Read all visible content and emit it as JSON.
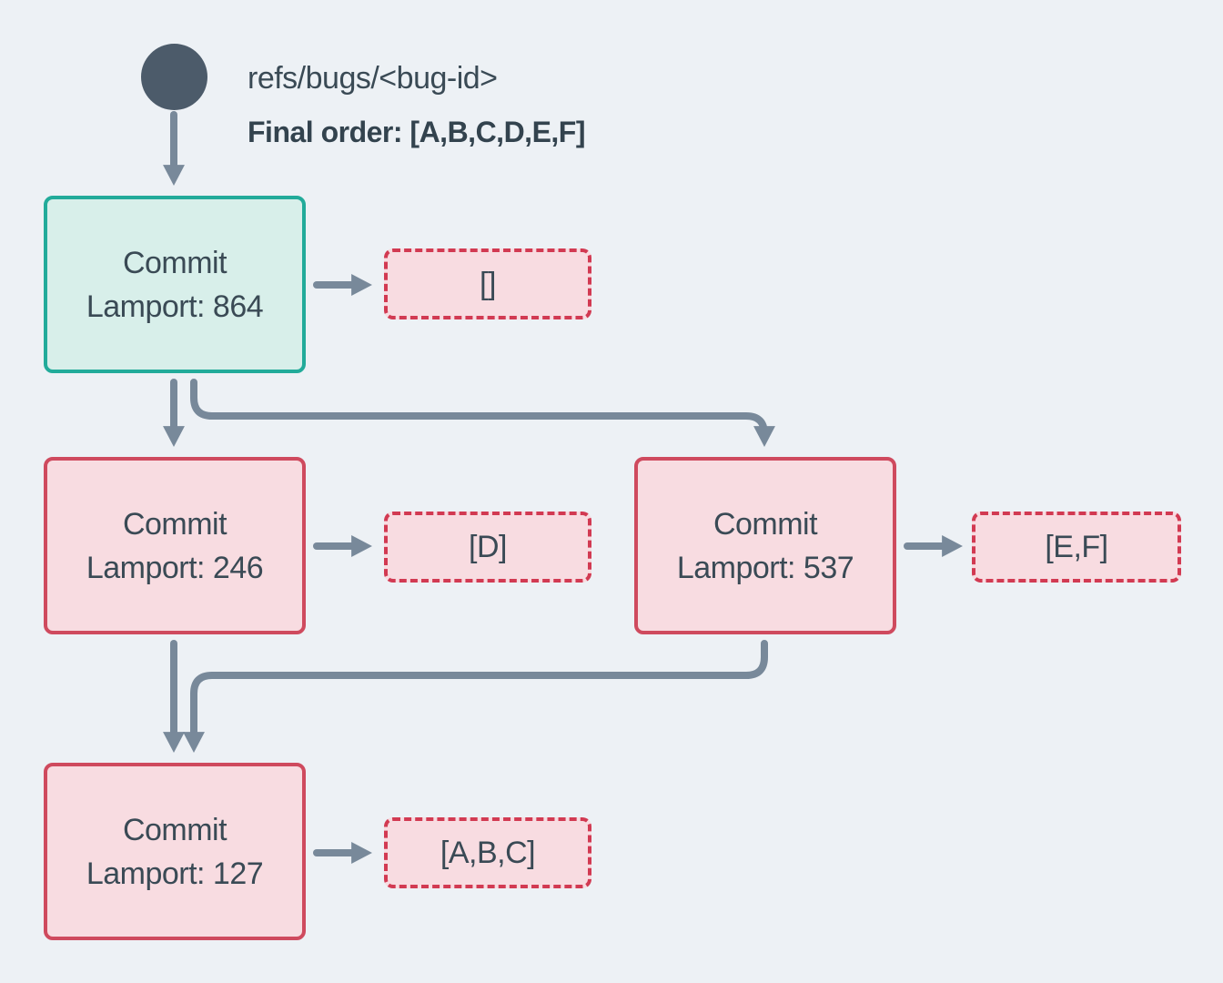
{
  "colors": {
    "background": "#edf1f5",
    "slate_text": "#3a4a55",
    "circle": "#4c5b6a",
    "arrow": "#78899a",
    "teal_border": "#22ab9a",
    "teal_fill": "#d8efea",
    "pink_border": "#cf4a5e",
    "pink_fill": "#f8dce1",
    "dashed_border": "#d23a52"
  },
  "header": {
    "ref": "refs/bugs/<bug-id>",
    "final_order": "Final order: [A,B,C,D,E,F]"
  },
  "nodes": {
    "commit_864": {
      "title": "Commit",
      "lamport": "Lamport: 864"
    },
    "commit_246": {
      "title": "Commit",
      "lamport": "Lamport: 246"
    },
    "commit_537": {
      "title": "Commit",
      "lamport": "Lamport: 537"
    },
    "commit_127": {
      "title": "Commit",
      "lamport": "Lamport: 127"
    }
  },
  "payloads": {
    "commit_864": "[]",
    "commit_246": "[D]",
    "commit_537": "[E,F]",
    "commit_127": "[A,B,C]"
  },
  "edges": [
    {
      "from": "ref-head",
      "to": "commit_864"
    },
    {
      "from": "commit_864",
      "to": "payload_864"
    },
    {
      "from": "commit_864",
      "to": "commit_246"
    },
    {
      "from": "commit_864",
      "to": "commit_537"
    },
    {
      "from": "commit_246",
      "to": "payload_246"
    },
    {
      "from": "commit_537",
      "to": "payload_537"
    },
    {
      "from": "commit_246",
      "to": "commit_127"
    },
    {
      "from": "commit_537",
      "to": "commit_127"
    },
    {
      "from": "commit_127",
      "to": "payload_127"
    }
  ]
}
